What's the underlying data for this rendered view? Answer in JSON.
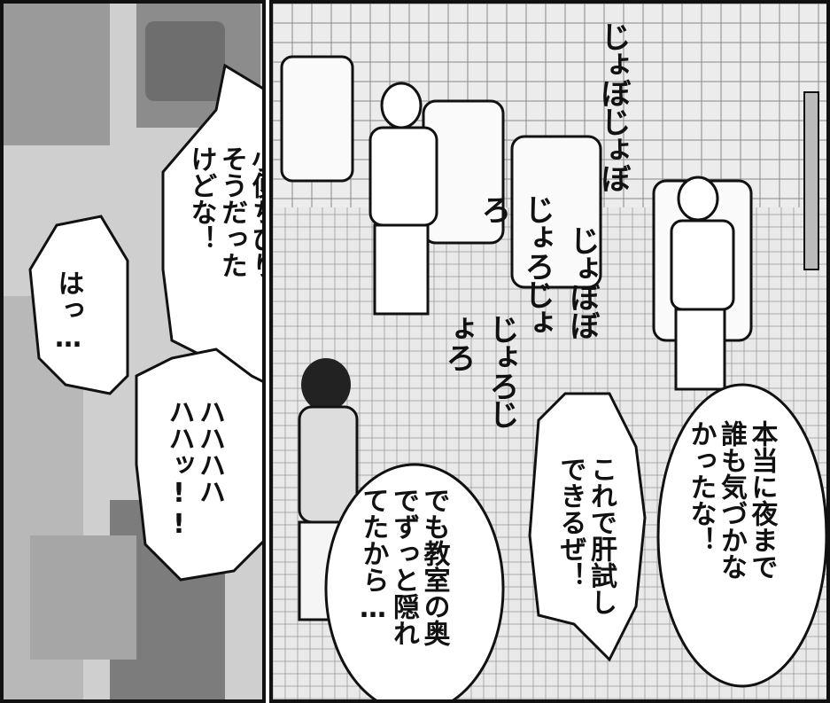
{
  "left_panel": {
    "bubble_1": "始める前に\n小便ちびり\nそうだった\nけどな！",
    "bubble_2": "はっ…",
    "bubble_3": "ハハハハ\nハハッ!!"
  },
  "right_panel": {
    "sfx_1": "じょぼじょぼ",
    "sfx_2": "じょろじょろ",
    "sfx_3": "じょぼぼ",
    "sfx_4": "じょろじょろ",
    "bubble_4": "本当に夜まで\n誰も気づかな\nかったな！",
    "bubble_5": "これで肝試し\nできるぜ！",
    "bubble_6": "でも教室の奥\nでずっと隠れ\nてたから…"
  },
  "colors": {
    "ink": "#111111",
    "tile": "#e6e6e6",
    "screentone": "#bdbdbd"
  }
}
